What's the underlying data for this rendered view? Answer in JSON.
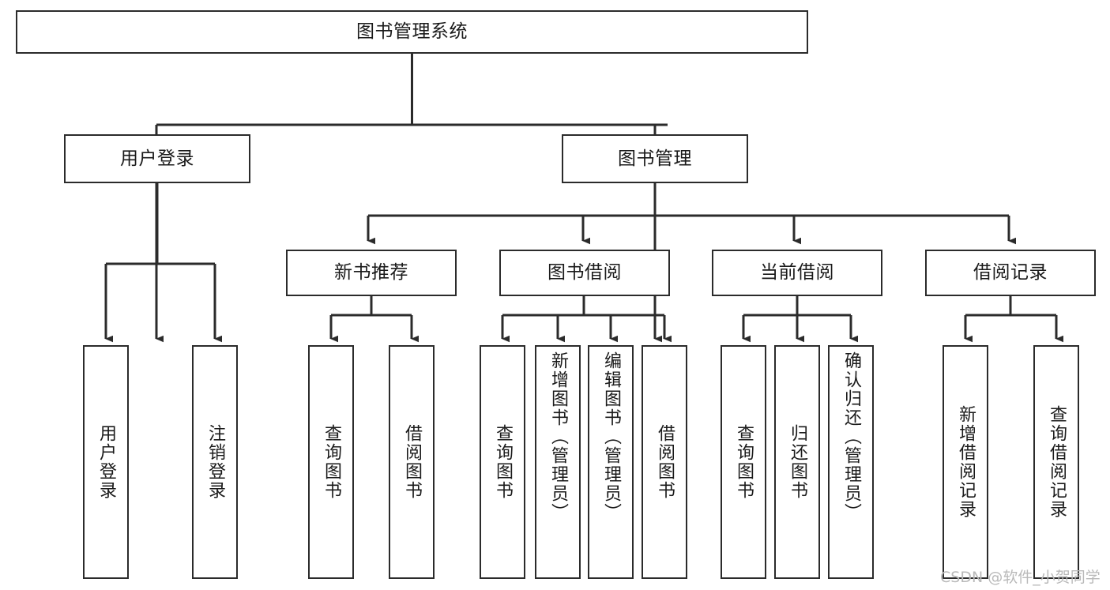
{
  "diagram": {
    "title": "图书管理系统",
    "type": "tree",
    "watermark": "CSDN @软件_小贺同学",
    "colors": {
      "box_border": "#2b2b2b",
      "box_fill": "#ffffff",
      "connector": "#2b2b2b",
      "text": "#1a1a1a",
      "watermark": "#b9b9b9",
      "background": "#ffffff"
    },
    "nodes": {
      "root": {
        "label": "图书管理系统",
        "level": 1
      },
      "level2": [
        {
          "id": "user-login",
          "label": "用户登录"
        },
        {
          "id": "book-management",
          "label": "图书管理"
        }
      ],
      "level3": [
        {
          "id": "new-book-recommend",
          "label": "新书推荐",
          "parent": "book-management"
        },
        {
          "id": "book-borrow",
          "label": "图书借阅",
          "parent": "book-management"
        },
        {
          "id": "current-borrow",
          "label": "当前借阅",
          "parent": "book-management"
        },
        {
          "id": "borrow-record",
          "label": "借阅记录",
          "parent": "book-management"
        }
      ],
      "leaves": {
        "user-login": [
          {
            "id": "leaf-user-login",
            "label": "用户登录"
          },
          {
            "id": "leaf-user-logout",
            "label": "注销登录"
          }
        ],
        "new-book-recommend": [
          {
            "id": "leaf-query-book-1",
            "label": "查询图书"
          },
          {
            "id": "leaf-borrow-book-1",
            "label": "借阅图书"
          }
        ],
        "book-borrow": [
          {
            "id": "leaf-query-book-2",
            "label": "查询图书"
          },
          {
            "id": "leaf-add-book",
            "label": "新增图书（管理员）"
          },
          {
            "id": "leaf-edit-book",
            "label": "编辑图书（管理员）"
          },
          {
            "id": "leaf-borrow-book-2",
            "label": "借阅图书"
          }
        ],
        "current-borrow": [
          {
            "id": "leaf-query-book-3",
            "label": "查询图书"
          },
          {
            "id": "leaf-return-book",
            "label": "归还图书"
          },
          {
            "id": "leaf-confirm-return",
            "label": "确认归还（管理员）"
          }
        ],
        "borrow-record": [
          {
            "id": "leaf-add-record",
            "label": "新增借阅记录"
          },
          {
            "id": "leaf-query-record",
            "label": "查询借阅记录"
          }
        ]
      }
    }
  }
}
